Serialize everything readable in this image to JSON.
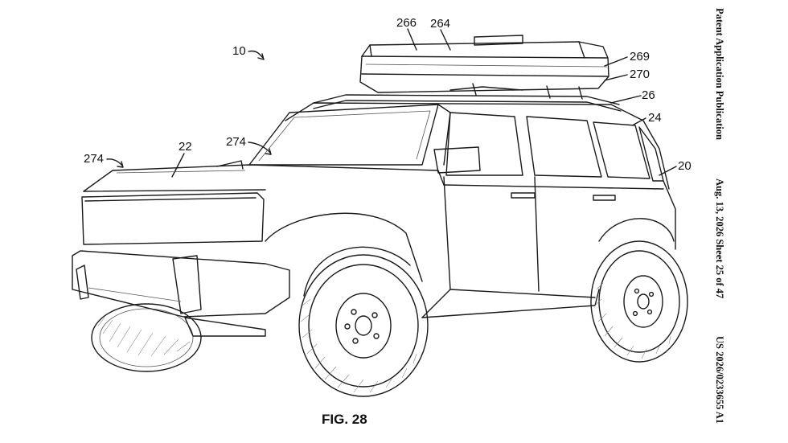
{
  "figure_label": "FIG. 28",
  "header": {
    "publication": "Patent Application Publication",
    "date_sheet": "Aug. 13, 2026  Sheet 25 of 47",
    "number": "US 2026/0233655 A1"
  },
  "reference_numerals": {
    "vehicle": "10",
    "body": "20",
    "hood": "22",
    "roof": "24",
    "crossbar": "26",
    "cargo_box": "264",
    "box_lid": "266",
    "lid_seam": "269",
    "box_base": "270",
    "panel_left": "274",
    "panel_center": "274"
  }
}
